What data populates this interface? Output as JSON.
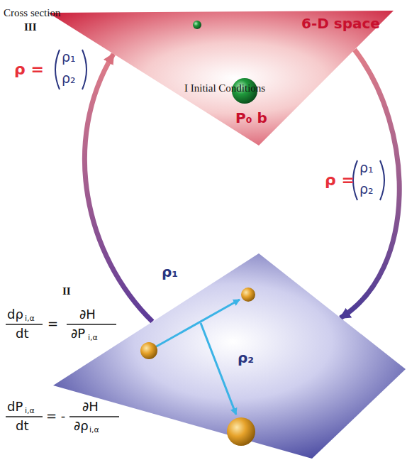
{
  "diagram": {
    "nodes": [
      {
        "text": [
          "6-D space",
          "I Initial Conditions",
          "P₀ b"
        ]
      },
      {
        "text": [
          "ρ₁",
          "ρ₂"
        ]
      }
    ],
    "edges": [
      {
        "from": 1,
        "to": 0,
        "arrow": "to",
        "label": "ρ ="
      },
      {
        "from": 0,
        "to": 1,
        "arrow": "to",
        "label": "ρ ="
      }
    ],
    "labels": [
      "Cross section",
      "III",
      "ρ₁",
      "ρ₂",
      "ρ₁",
      "ρ₂",
      "II",
      "dρ",
      "i,α",
      "dt",
      "=",
      "∂H",
      "∂P",
      "i,α",
      "dP",
      "i,α",
      "dt",
      "= -",
      "∂H",
      "∂ρ",
      "i,α"
    ]
  }
}
